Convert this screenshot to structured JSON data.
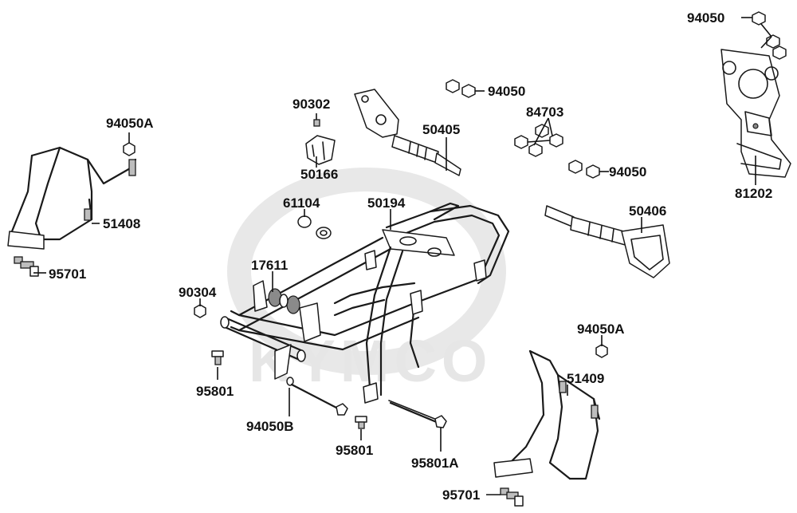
{
  "watermark": {
    "brand": "KYMCO"
  },
  "labels": {
    "p94050_top": "94050",
    "p81202": "81202",
    "p94050_mid": "94050",
    "p84703": "84703",
    "p94050_right": "94050",
    "p50405": "50405",
    "p90302": "90302",
    "p50166": "50166",
    "p94050A_left": "94050A",
    "p51408": "51408",
    "p95701_left": "95701",
    "p61104": "61104",
    "p50194": "50194",
    "p50406": "50406",
    "p17611": "17611",
    "p90304": "90304",
    "p94050A_right": "94050A",
    "p51409": "51409",
    "p95801_left": "95801",
    "p94050B": "94050B",
    "p95801_mid": "95801",
    "p95801A": "95801A",
    "p95701_right": "95701"
  }
}
